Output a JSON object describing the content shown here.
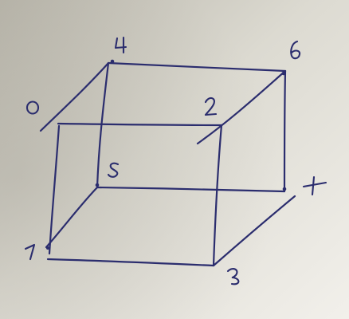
{
  "vertex_labels": [
    "0",
    "1",
    "2",
    "3",
    "4",
    "5",
    "6",
    "7"
  ],
  "ink_color": "#2b2d6e",
  "paper": {
    "top_left": "#b9b6ac",
    "middle": "#e6e4dc",
    "bottom_right": "#f1efea"
  }
}
